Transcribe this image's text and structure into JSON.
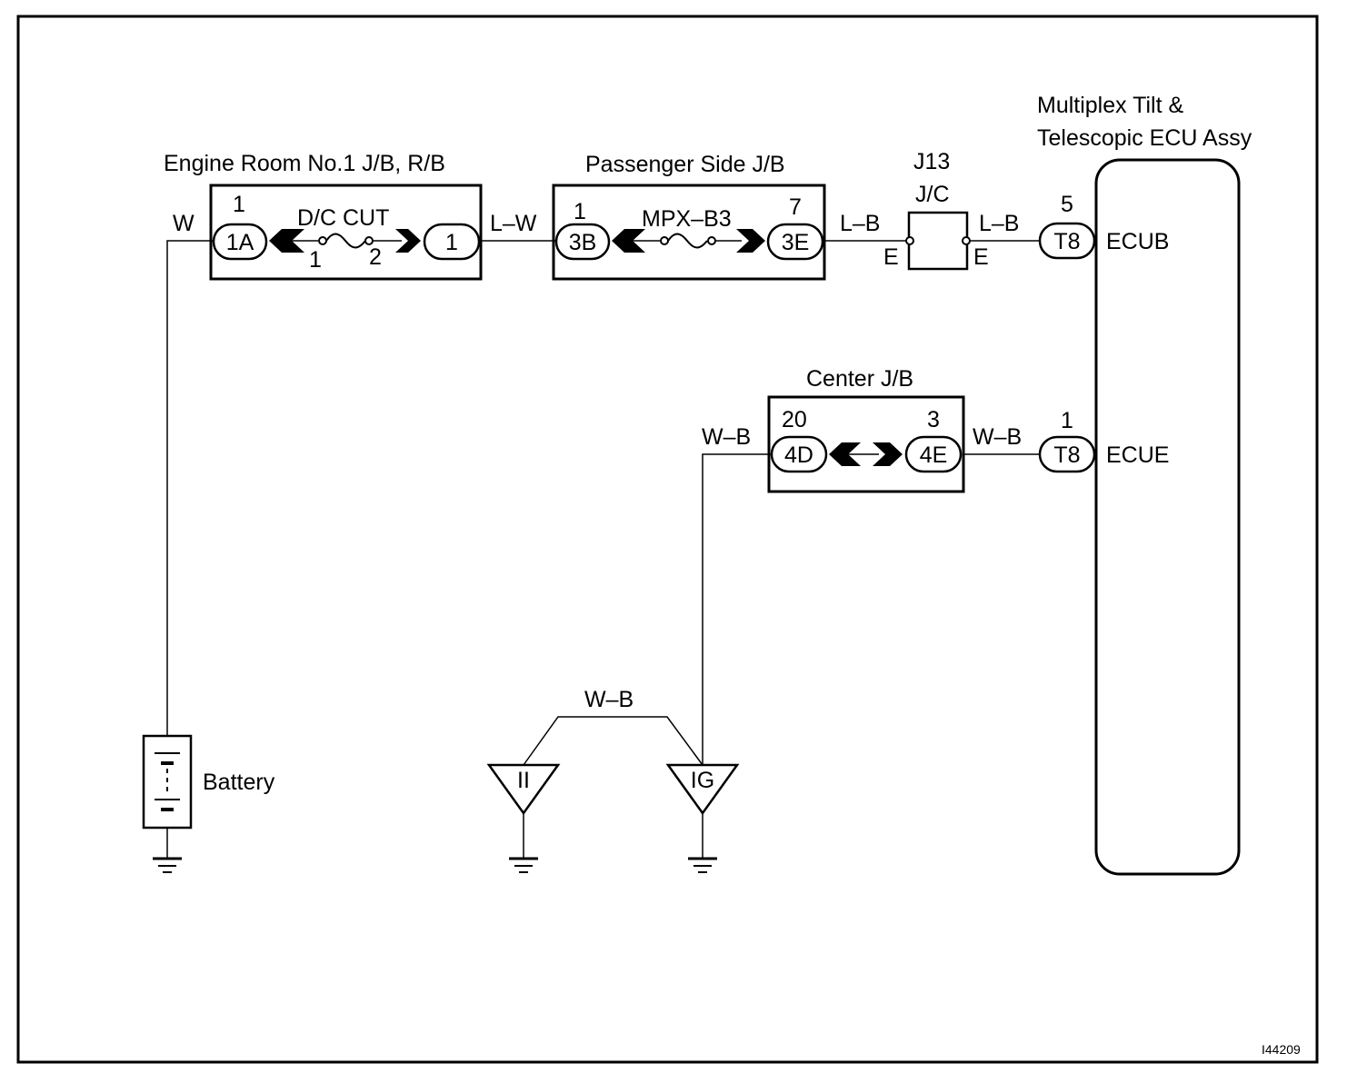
{
  "components": {
    "engine_room_jb": {
      "title": "Engine Room No.1 J/B, R/B",
      "fuse": "D/C CUT",
      "left_connector": "1A",
      "left_pin": "1",
      "right_connector": "1",
      "fuse_pin_left": "1",
      "fuse_pin_right": "2"
    },
    "passenger_side_jb": {
      "title": "Passenger Side J/B",
      "fuse": "MPX–B3",
      "left_connector": "3B",
      "left_pin": "1",
      "right_connector": "3E",
      "right_pin": "7"
    },
    "junction_connector": {
      "title": "J13",
      "subtitle": "J/C",
      "left_terminal": "E",
      "right_terminal": "E"
    },
    "ecu": {
      "title_line1": "Multiplex Tilt &",
      "title_line2": "Telescopic ECU Assy",
      "ecub_connector": "T8",
      "ecub_pin": "5",
      "ecub_label": "ECUB",
      "ecue_connector": "T8",
      "ecue_pin": "1",
      "ecue_label": "ECUE"
    },
    "center_jb": {
      "title": "Center J/B",
      "left_connector": "4D",
      "left_pin": "20",
      "right_connector": "4E",
      "right_pin": "3"
    },
    "battery": {
      "label": "Battery"
    },
    "ground_ii": {
      "label": "II"
    },
    "ground_ig": {
      "label": "IG"
    }
  },
  "wires": {
    "battery_to_erjb": "W",
    "erjb_to_psjb": "L–W",
    "psjb_to_jc": "L–B",
    "jc_to_ecu": "L–B",
    "ground_to_cjb": "W–B",
    "cjb_to_ecu": "W–B",
    "ground_link": "W–B"
  },
  "figure_id": "I44209"
}
